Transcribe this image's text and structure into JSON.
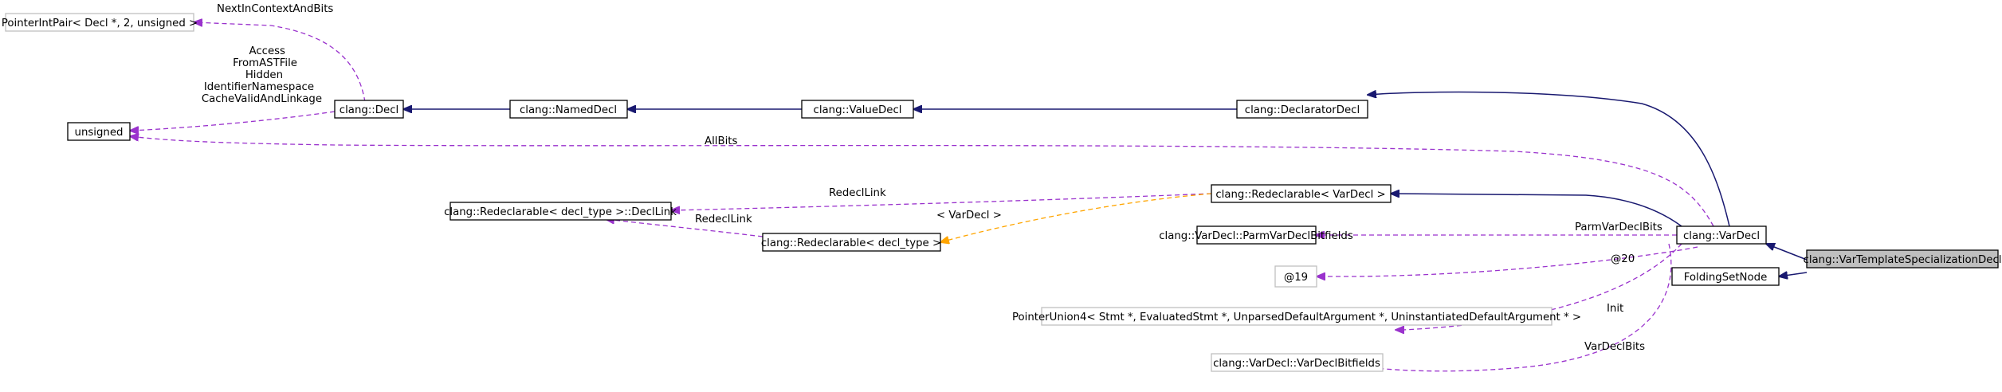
{
  "nodes": {
    "pointerintpair": "PointerIntPair< Decl *, 2, unsigned >",
    "unsigned": "unsigned",
    "decl": "clang::Decl",
    "nameddecl": "clang::NamedDecl",
    "valuedecl": "clang::ValueDecl",
    "declaratordecl": "clang::DeclaratorDecl",
    "redeclarable_vardecl": "clang::Redeclarable< VarDecl >",
    "redeclarable_decllink": "clang::Redeclarable< decl_type >::DeclLink",
    "redeclarable_decltype": "clang::Redeclarable< decl_type >",
    "parmvardeclbitfields": "clang::VarDecl::ParmVarDeclBitfields",
    "at19": "@19",
    "pointerunion4": "PointerUnion4< Stmt *, EvaluatedStmt *, UnparsedDefaultArgument *, UninstantiatedDefaultArgument * >",
    "vardeclbitfields": "clang::VarDecl::VarDeclBitfields",
    "vardecl": "clang::VarDecl",
    "foldingsetnode": "FoldingSetNode",
    "vartemplatespec": "clang::VarTemplateSpecializationDecl"
  },
  "edge_labels": {
    "next_in_context": "NextInContextAndBits",
    "decl_to_unsigned": [
      "Access",
      "FromASTFile",
      "Hidden",
      "IdentifierNamespace",
      "CacheValidAndLinkage"
    ],
    "allbits": "AllBits",
    "redecllink_1": "RedeclLink",
    "redecllink_2": "RedeclLink",
    "template_arg": "< VarDecl >",
    "parmvardeclbits": "ParmVarDeclBits",
    "at20": "@20",
    "init": "Init",
    "vardeclbits": "VarDeclBits"
  },
  "colors": {
    "inheritance": "#191970",
    "usage": "#9a32cd",
    "template": "#ffa500",
    "focus_fill": "#bfbfbf",
    "gray_border": "#bfbfbf"
  }
}
